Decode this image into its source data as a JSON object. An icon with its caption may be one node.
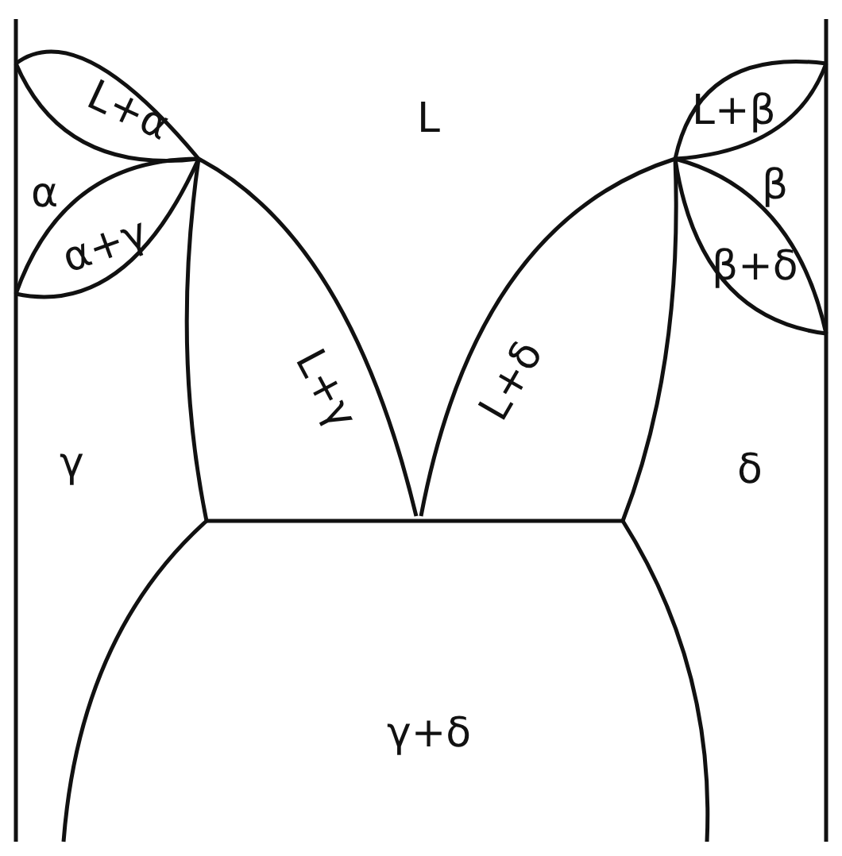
{
  "diagram": {
    "nodes": [
      {
        "text": [
          "L"
        ]
      },
      {
        "text": [
          "L+α"
        ]
      },
      {
        "text": [
          "α"
        ]
      },
      {
        "text": [
          "α+γ"
        ]
      },
      {
        "text": [
          "L+γ"
        ]
      },
      {
        "text": [
          "L+δ"
        ]
      },
      {
        "text": [
          "L+β"
        ]
      },
      {
        "text": [
          "β"
        ]
      },
      {
        "text": [
          "β+δ"
        ]
      },
      {
        "text": [
          "γ"
        ]
      },
      {
        "text": [
          "δ"
        ]
      },
      {
        "text": [
          "γ+δ"
        ]
      }
    ]
  }
}
